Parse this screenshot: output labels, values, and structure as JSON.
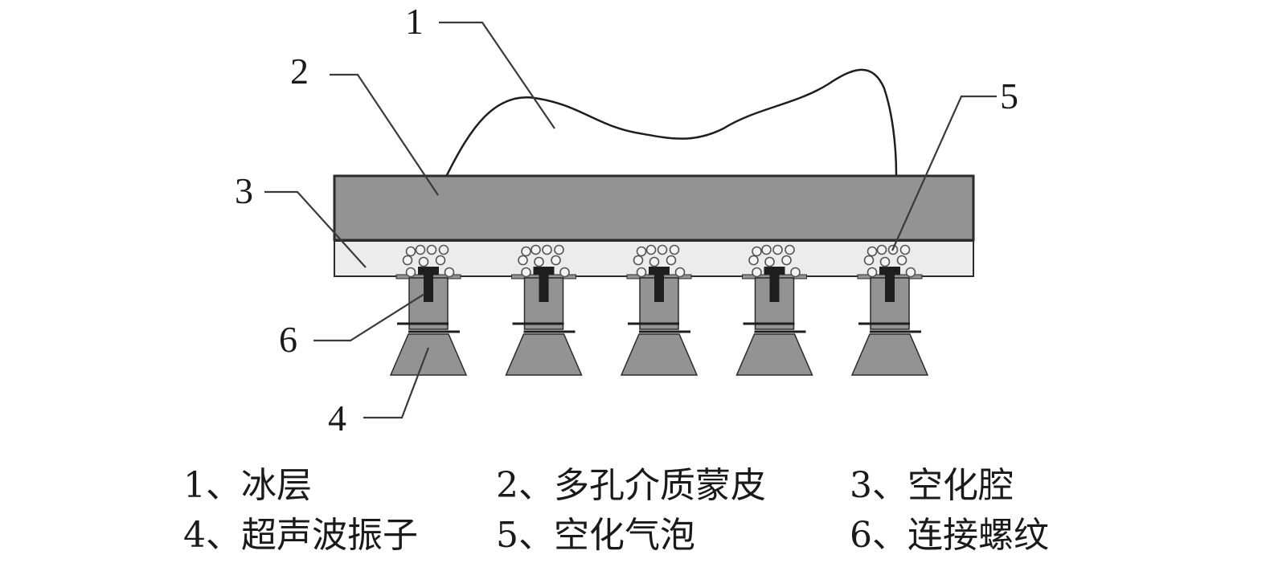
{
  "diagram": {
    "callouts": [
      "1",
      "2",
      "3",
      "4",
      "5",
      "6"
    ],
    "transducer_count": 5,
    "colors": {
      "skin": "#939393",
      "cavity": "#ececec",
      "transducer": "#939393",
      "bolt": "#1e1e1e",
      "outline": "#2b2b2b",
      "leader": "#3a3a3a"
    }
  },
  "legend": [
    {
      "label": "1、冰层"
    },
    {
      "label": "2、多孔介质蒙皮"
    },
    {
      "label": "3、空化腔"
    },
    {
      "label": "4、超声波振子"
    },
    {
      "label": "5、空化气泡"
    },
    {
      "label": "6、连接螺纹"
    }
  ]
}
